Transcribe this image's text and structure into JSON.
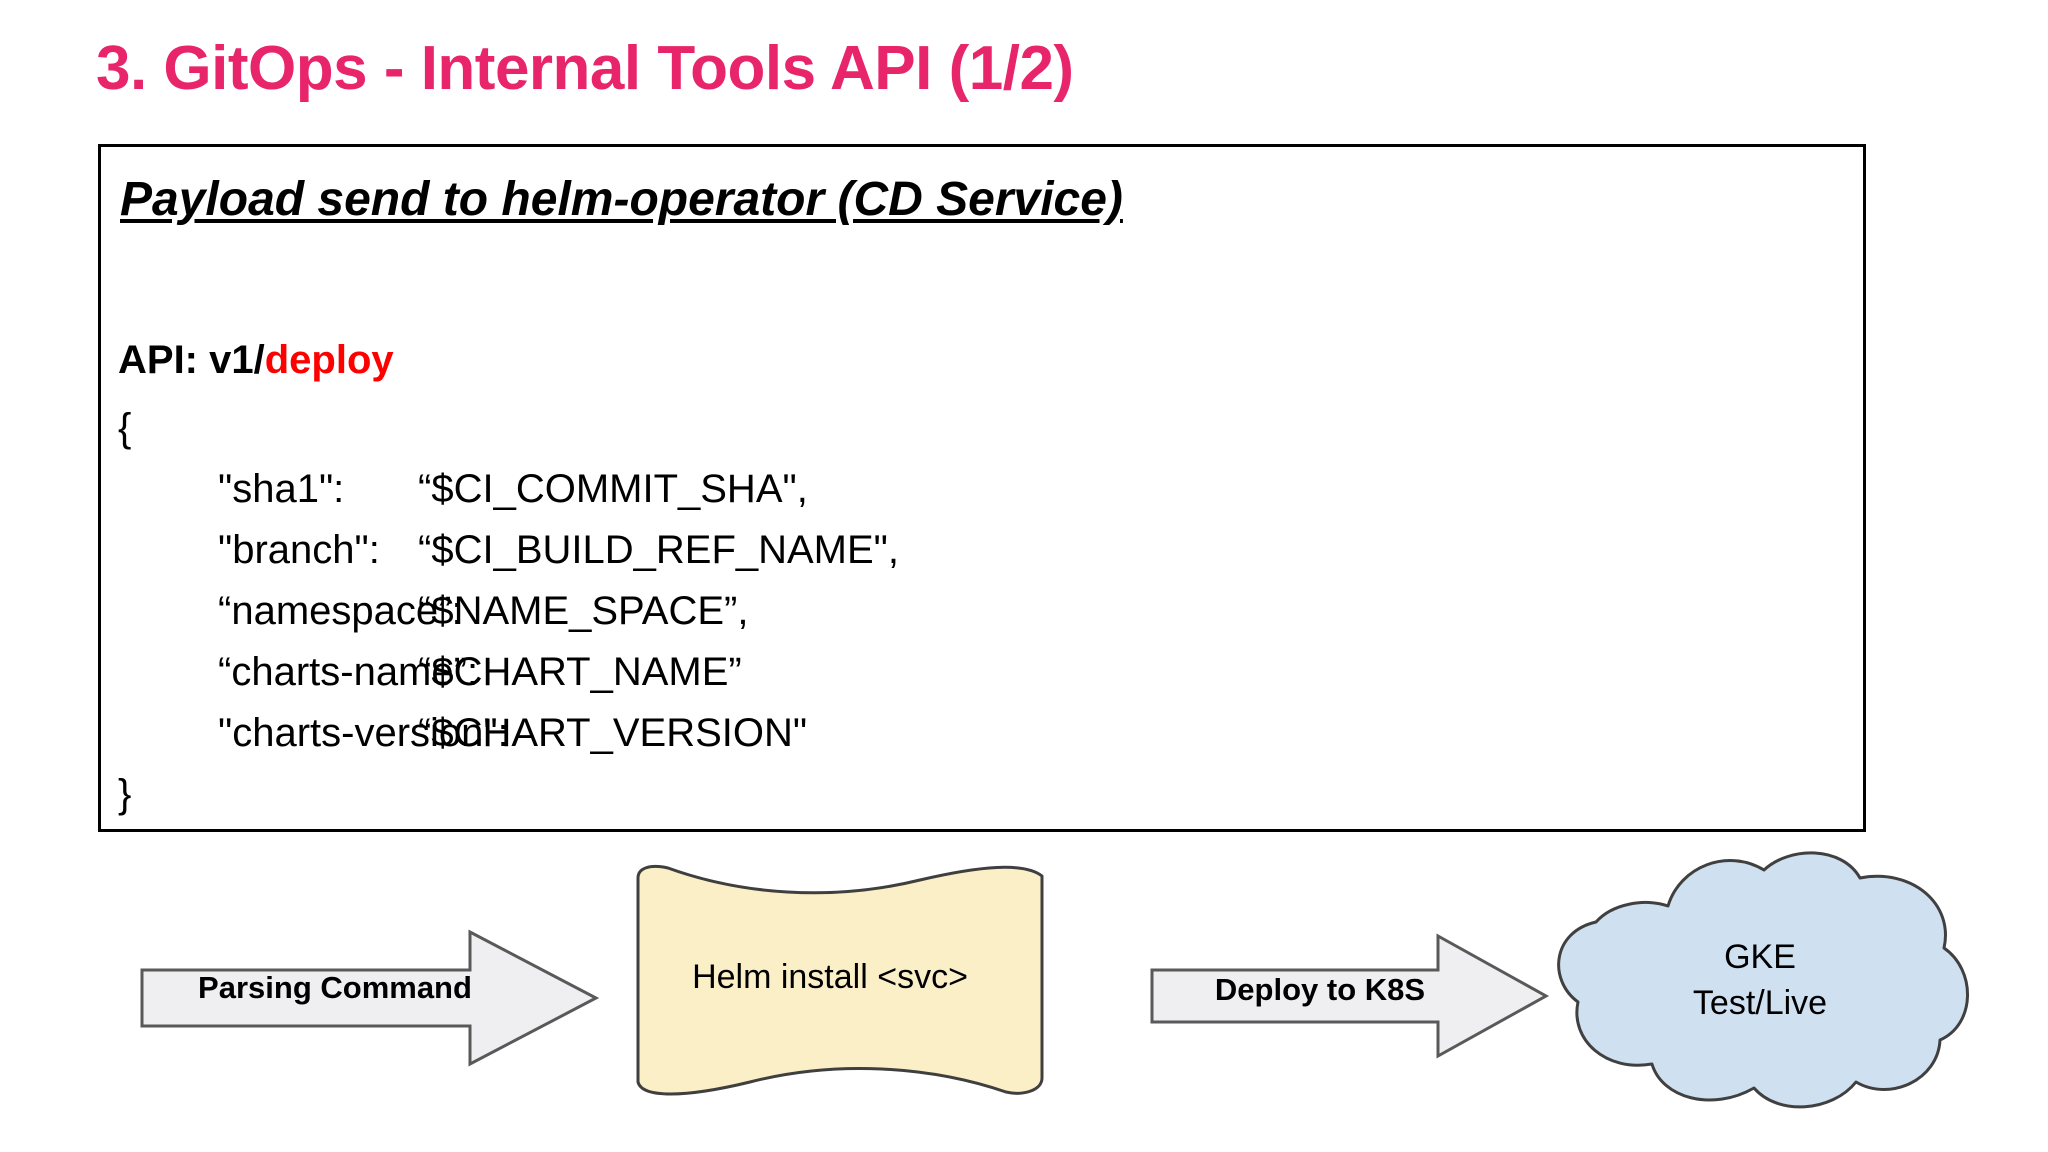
{
  "slide": {
    "title": "3. GitOps - Internal Tools API (1/2)",
    "title_color": "#E8246A"
  },
  "payload_box": {
    "heading": "Payload send to helm-operator (CD Service)",
    "api_label": "API: v1/",
    "api_endpoint": "deploy",
    "api_endpoint_color": "#FF0000",
    "open_brace": "{",
    "close_brace": "}",
    "fields": [
      {
        "key": "\"sha1\":",
        "value": "“$CI_COMMIT_SHA\","
      },
      {
        "key": "\"branch\":",
        "value": "“$CI_BUILD_REF_NAME\","
      },
      {
        "key": "“namespace”:",
        "value": " “$NAME_SPACE”,"
      },
      {
        "key": "“charts-name”:",
        "value": "“$CHART_NAME”"
      },
      {
        "key": "\"charts-version\":",
        "value": "“$CHART_VERSION\""
      }
    ]
  },
  "flow": {
    "arrow_parsing_label": "Parsing Command",
    "banner_label": "Helm install <svc>",
    "arrow_deploy_label": "Deploy to K8S",
    "cloud_label_line1": "GKE",
    "cloud_label_line2": "Test/Live",
    "colors": {
      "arrow_fill": "#EFEFF1",
      "arrow_stroke": "#595959",
      "banner_fill": "#FBEFC8",
      "banner_stroke": "#3F3F3F",
      "cloud_fill": "#CFE0F0",
      "cloud_stroke": "#404040"
    }
  }
}
